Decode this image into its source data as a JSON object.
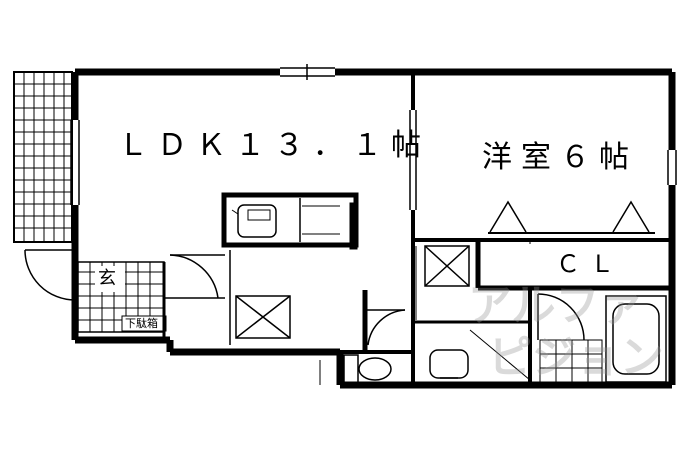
{
  "rooms": {
    "ldk": "ＬＤＫ１３．１帖",
    "western": "洋室６帖",
    "closet": "ＣＬ",
    "genkan": "玄",
    "shoebox": "下駄箱"
  },
  "watermark": {
    "line1": "アルファ",
    "line2": "ピジョン"
  }
}
